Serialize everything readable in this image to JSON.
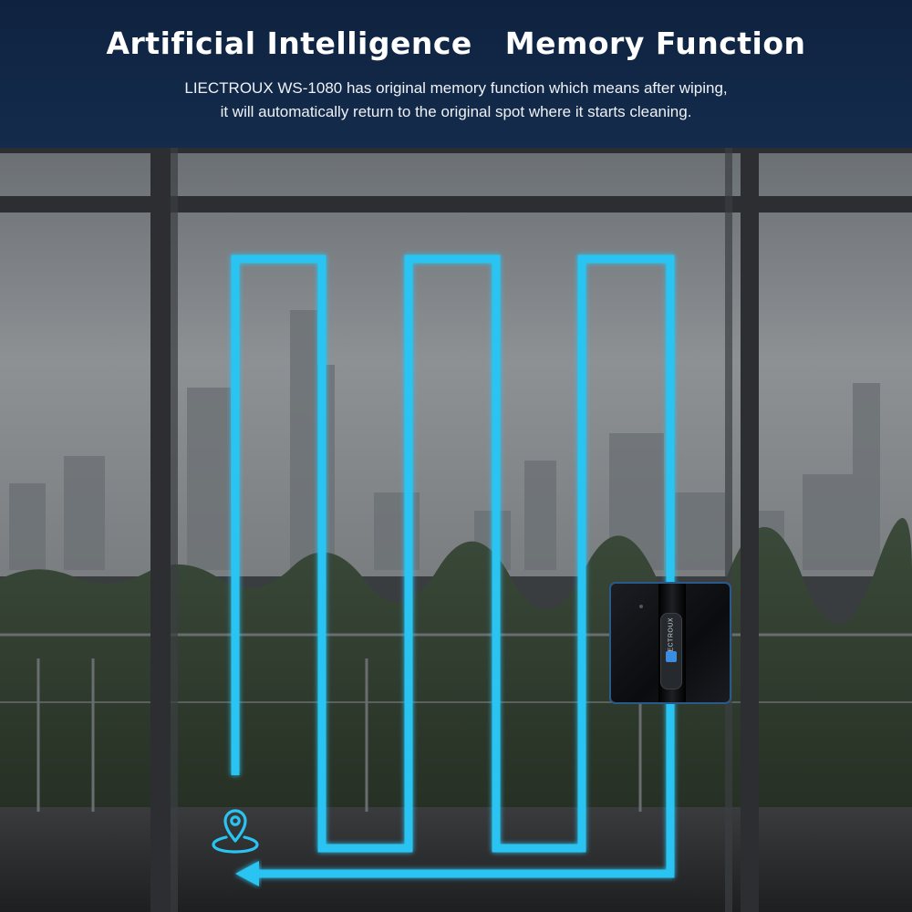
{
  "header": {
    "title": "Artificial Intelligence   Memory Function",
    "subtitle_line1": "LIECTROUX WS-1080 has original memory function which means after wiping,",
    "subtitle_line2": "it will automatically return to the original spot where it starts cleaning."
  },
  "robot": {
    "brand_label": "LIECTROUX"
  },
  "colors": {
    "header_bg": "#122746",
    "path_cyan": "#29c4f2",
    "robot_accent": "#2a5a8c"
  },
  "icons": [
    "location-pin-icon",
    "return-arrow-icon"
  ]
}
